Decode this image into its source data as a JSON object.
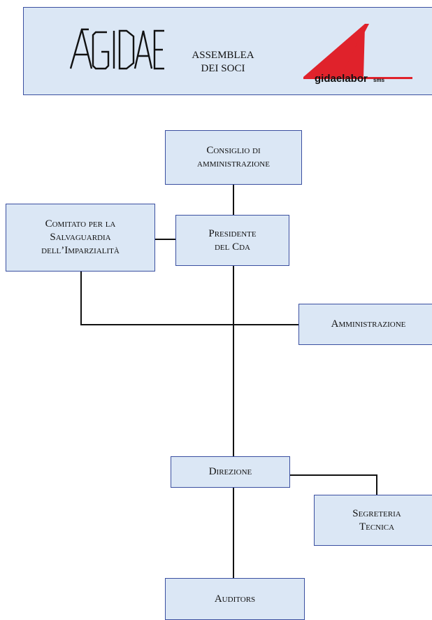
{
  "header": {
    "logo_left_text": "AGIDAE",
    "title": "ASSEMBLEA\nDEI SOCI",
    "logo_right_text": "gidaelabor",
    "logo_right_suffix": "sms"
  },
  "nodes": {
    "consiglio": "Consiglio di\namministrazione",
    "presidente": "Presidente\ndel Cda",
    "comitato": "Comitato per la\nSalvaguardia\ndell’Imparzialità",
    "amministrazione": "Amministrazione",
    "direzione": "Direzione",
    "segreteria": "Segreteria\nTecnica",
    "auditors": "Auditors"
  },
  "colors": {
    "box_fill": "#dbe7f5",
    "box_border": "#3a4fa0",
    "logo_red": "#e0222b"
  }
}
